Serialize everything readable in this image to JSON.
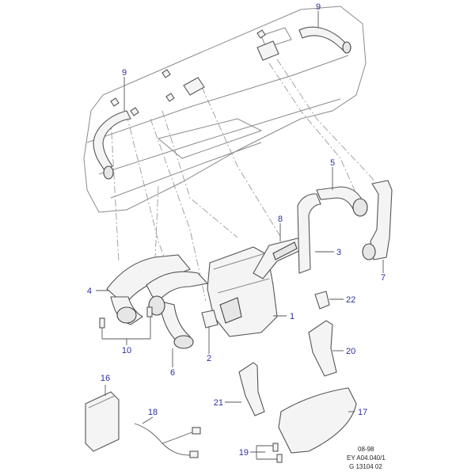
{
  "callouts": [
    "1",
    "2",
    "3",
    "4",
    "5",
    "6",
    "7",
    "8",
    "9",
    "9",
    "10",
    "16",
    "17",
    "18",
    "19",
    "20",
    "21",
    "22"
  ],
  "footer": {
    "date": "08-98",
    "ref": "EY A04.040/1",
    "code": "G 13104 02"
  },
  "colors": {
    "callout_text": "#2b2fa0",
    "line": "#555555",
    "dash": "#9a9a9a"
  }
}
